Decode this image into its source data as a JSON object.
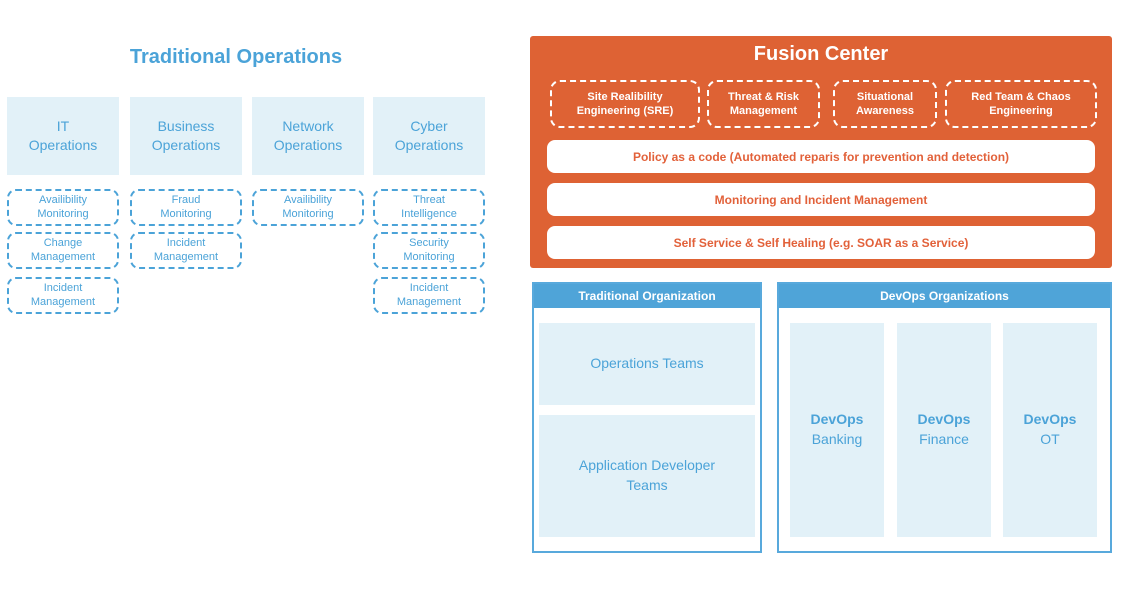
{
  "colors": {
    "orange": "#DE6234",
    "orange_text": "#E2613A",
    "blue": "#4BA3D8",
    "light_blue_fill": "#E2F1F8",
    "header_blue": "#4FA4D8",
    "panel_border_blue": "#58A9DC"
  },
  "traditional_operations": {
    "title": "Traditional Operations",
    "columns": [
      {
        "label": "IT\nOperations",
        "items": [
          "Availibility\nMonitoring",
          "Change\nManagement",
          "Incident\nManagement"
        ]
      },
      {
        "label": "Business\nOperations",
        "items": [
          "Fraud\nMonitoring",
          "Incident\nManagement"
        ]
      },
      {
        "label": "Network\nOperations",
        "items": [
          "Availibility\nMonitoring"
        ]
      },
      {
        "label": "Cyber\nOperations",
        "items": [
          "Threat\nIntelligence",
          "Security\nMonitoring",
          "Incident\nManagement"
        ]
      }
    ]
  },
  "fusion_center": {
    "title": "Fusion Center",
    "capabilities": [
      "Site Realibility\nEngineering (SRE)",
      "Threat & Risk\nManagement",
      "Situational\nAwareness",
      "Red Team & Chaos\nEngineering"
    ],
    "bars": [
      "Policy as a code (Automated reparis for prevention and detection)",
      "Monitoring and Incident Management",
      "Self Service & Self Healing (e.g. SOAR as a Service)"
    ]
  },
  "traditional_organization": {
    "header": "Traditional Organization",
    "teams": [
      "Operations Teams",
      "Application Developer\nTeams"
    ]
  },
  "devops_organizations": {
    "header": "DevOps Organizations",
    "teams": [
      {
        "name": "DevOps",
        "unit": "Banking"
      },
      {
        "name": "DevOps",
        "unit": "Finance"
      },
      {
        "name": "DevOps",
        "unit": "OT"
      }
    ]
  }
}
